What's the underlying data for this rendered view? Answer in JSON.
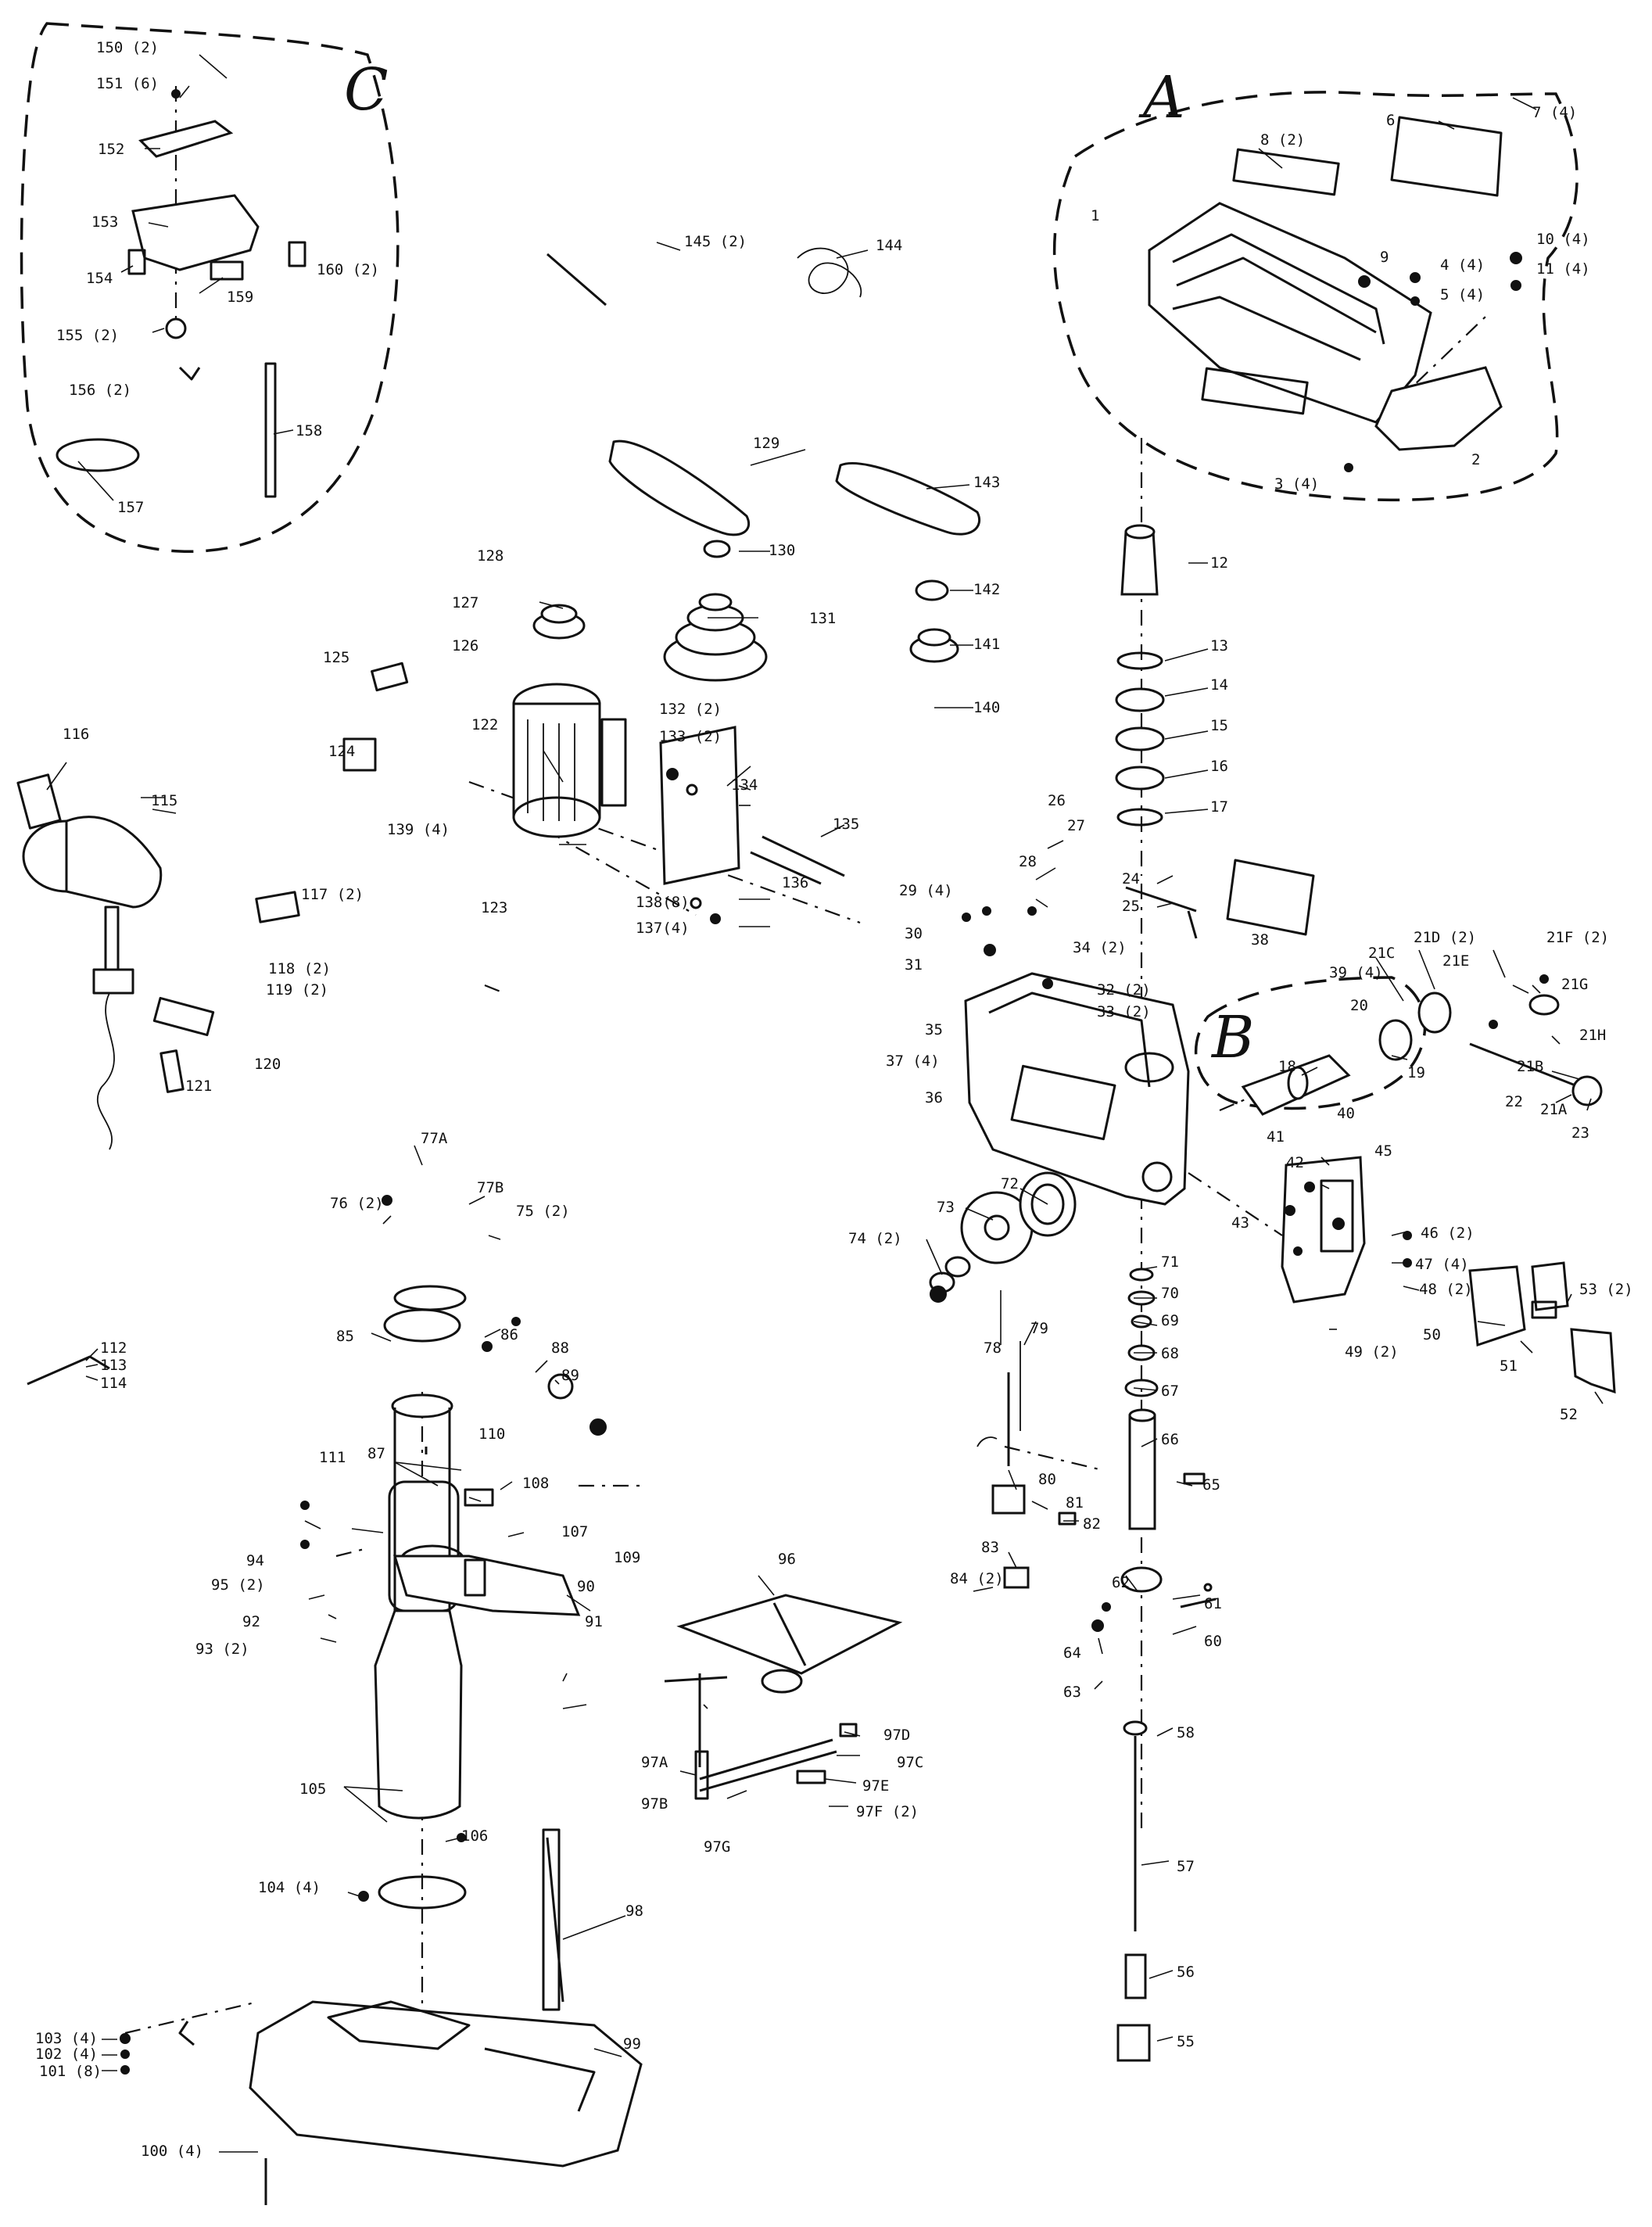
{
  "sections": [
    {
      "id": "A",
      "label": "A"
    },
    {
      "id": "B",
      "label": "B"
    },
    {
      "id": "C",
      "label": "C"
    }
  ],
  "callouts": [
    {
      "id": "1",
      "label": "1"
    },
    {
      "id": "2",
      "label": "2"
    },
    {
      "id": "3",
      "label": "3 (4)"
    },
    {
      "id": "4",
      "label": "4 (4)"
    },
    {
      "id": "5",
      "label": "5 (4)"
    },
    {
      "id": "6",
      "label": "6"
    },
    {
      "id": "7",
      "label": "7 (4)"
    },
    {
      "id": "8",
      "label": "8 (2)"
    },
    {
      "id": "9",
      "label": "9"
    },
    {
      "id": "10",
      "label": "10 (4)"
    },
    {
      "id": "11",
      "label": "11 (4)"
    },
    {
      "id": "12",
      "label": "12"
    },
    {
      "id": "13",
      "label": "13"
    },
    {
      "id": "14",
      "label": "14"
    },
    {
      "id": "15",
      "label": "15"
    },
    {
      "id": "16",
      "label": "16"
    },
    {
      "id": "17",
      "label": "17"
    },
    {
      "id": "18",
      "label": "18"
    },
    {
      "id": "19",
      "label": "19"
    },
    {
      "id": "20",
      "label": "20"
    },
    {
      "id": "21A",
      "label": "21A"
    },
    {
      "id": "21B",
      "label": "21B"
    },
    {
      "id": "21C",
      "label": "21C"
    },
    {
      "id": "21D",
      "label": "21D (2)"
    },
    {
      "id": "21E",
      "label": "21E"
    },
    {
      "id": "21F",
      "label": "21F (2)"
    },
    {
      "id": "21G",
      "label": "21G"
    },
    {
      "id": "21H",
      "label": "21H"
    },
    {
      "id": "22",
      "label": "22"
    },
    {
      "id": "23",
      "label": "23"
    },
    {
      "id": "24",
      "label": "24"
    },
    {
      "id": "25",
      "label": "25"
    },
    {
      "id": "26",
      "label": "26"
    },
    {
      "id": "27",
      "label": "27"
    },
    {
      "id": "28",
      "label": "28"
    },
    {
      "id": "29",
      "label": "29 (4)"
    },
    {
      "id": "30",
      "label": "30"
    },
    {
      "id": "31",
      "label": "31"
    },
    {
      "id": "32",
      "label": "32 (2)"
    },
    {
      "id": "33",
      "label": "33 (2)"
    },
    {
      "id": "34",
      "label": "34 (2)"
    },
    {
      "id": "35",
      "label": "35"
    },
    {
      "id": "36",
      "label": "36"
    },
    {
      "id": "37",
      "label": "37 (4)"
    },
    {
      "id": "38",
      "label": "38"
    },
    {
      "id": "39",
      "label": "39 (4)"
    },
    {
      "id": "40",
      "label": "40"
    },
    {
      "id": "41",
      "label": "41"
    },
    {
      "id": "42",
      "label": "42"
    },
    {
      "id": "43",
      "label": "43"
    },
    {
      "id": "45",
      "label": "45"
    },
    {
      "id": "46",
      "label": "46 (2)"
    },
    {
      "id": "47",
      "label": "47 (4)"
    },
    {
      "id": "48",
      "label": "48 (2)"
    },
    {
      "id": "49",
      "label": "49 (2)"
    },
    {
      "id": "50",
      "label": "50"
    },
    {
      "id": "51",
      "label": "51"
    },
    {
      "id": "52",
      "label": "52"
    },
    {
      "id": "53",
      "label": "53 (2)"
    },
    {
      "id": "55",
      "label": "55"
    },
    {
      "id": "56",
      "label": "56"
    },
    {
      "id": "57",
      "label": "57"
    },
    {
      "id": "58",
      "label": "58"
    },
    {
      "id": "60",
      "label": "60"
    },
    {
      "id": "61",
      "label": "61"
    },
    {
      "id": "62",
      "label": "62"
    },
    {
      "id": "63",
      "label": "63"
    },
    {
      "id": "64",
      "label": "64"
    },
    {
      "id": "65",
      "label": "65"
    },
    {
      "id": "66",
      "label": "66"
    },
    {
      "id": "67",
      "label": "67"
    },
    {
      "id": "68",
      "label": "68"
    },
    {
      "id": "69",
      "label": "69"
    },
    {
      "id": "70",
      "label": "70"
    },
    {
      "id": "71",
      "label": "71"
    },
    {
      "id": "72",
      "label": "72"
    },
    {
      "id": "73",
      "label": "73"
    },
    {
      "id": "74",
      "label": "74 (2)"
    },
    {
      "id": "75",
      "label": "75 (2)"
    },
    {
      "id": "76",
      "label": "76 (2)"
    },
    {
      "id": "77A",
      "label": "77A"
    },
    {
      "id": "77B",
      "label": "77B"
    },
    {
      "id": "78",
      "label": "78"
    },
    {
      "id": "79",
      "label": "79"
    },
    {
      "id": "80",
      "label": "80"
    },
    {
      "id": "81",
      "label": "81"
    },
    {
      "id": "82",
      "label": "82"
    },
    {
      "id": "83",
      "label": "83"
    },
    {
      "id": "84",
      "label": "84 (2)"
    },
    {
      "id": "85",
      "label": "85"
    },
    {
      "id": "86",
      "label": "86"
    },
    {
      "id": "87",
      "label": "87"
    },
    {
      "id": "88",
      "label": "88"
    },
    {
      "id": "89",
      "label": "89"
    },
    {
      "id": "90",
      "label": "90"
    },
    {
      "id": "91",
      "label": "91"
    },
    {
      "id": "92",
      "label": "92"
    },
    {
      "id": "93",
      "label": "93 (2)"
    },
    {
      "id": "94",
      "label": "94"
    },
    {
      "id": "95",
      "label": "95 (2)"
    },
    {
      "id": "96",
      "label": "96"
    },
    {
      "id": "97A",
      "label": "97A"
    },
    {
      "id": "97B",
      "label": "97B"
    },
    {
      "id": "97C",
      "label": "97C"
    },
    {
      "id": "97D",
      "label": "97D"
    },
    {
      "id": "97E",
      "label": "97E"
    },
    {
      "id": "97F",
      "label": "97F (2)"
    },
    {
      "id": "97G",
      "label": "97G"
    },
    {
      "id": "98",
      "label": "98"
    },
    {
      "id": "99",
      "label": "99"
    },
    {
      "id": "100",
      "label": "100 (4)"
    },
    {
      "id": "101",
      "label": "101 (8)"
    },
    {
      "id": "102",
      "label": "102 (4)"
    },
    {
      "id": "103",
      "label": "103 (4)"
    },
    {
      "id": "104",
      "label": "104 (4)"
    },
    {
      "id": "105",
      "label": "105"
    },
    {
      "id": "106",
      "label": "106"
    },
    {
      "id": "107",
      "label": "107"
    },
    {
      "id": "108",
      "label": "108"
    },
    {
      "id": "109",
      "label": "109"
    },
    {
      "id": "110",
      "label": "110"
    },
    {
      "id": "111",
      "label": "111"
    },
    {
      "id": "112",
      "label": "112"
    },
    {
      "id": "113",
      "label": "113"
    },
    {
      "id": "114",
      "label": "114"
    },
    {
      "id": "115",
      "label": "115"
    },
    {
      "id": "116",
      "label": "116"
    },
    {
      "id": "117",
      "label": "117 (2)"
    },
    {
      "id": "118",
      "label": "118 (2)"
    },
    {
      "id": "119",
      "label": "119 (2)"
    },
    {
      "id": "120",
      "label": "120"
    },
    {
      "id": "121",
      "label": "121"
    },
    {
      "id": "122",
      "label": "122"
    },
    {
      "id": "123",
      "label": "123"
    },
    {
      "id": "124",
      "label": "124"
    },
    {
      "id": "125",
      "label": "125"
    },
    {
      "id": "126",
      "label": "126"
    },
    {
      "id": "127",
      "label": "127"
    },
    {
      "id": "128",
      "label": "128"
    },
    {
      "id": "129",
      "label": "129"
    },
    {
      "id": "130",
      "label": "130"
    },
    {
      "id": "131",
      "label": "131"
    },
    {
      "id": "132",
      "label": "132 (2)"
    },
    {
      "id": "133",
      "label": "133 (2)"
    },
    {
      "id": "134",
      "label": "134"
    },
    {
      "id": "135",
      "label": "135"
    },
    {
      "id": "136",
      "label": "136"
    },
    {
      "id": "137",
      "label": "137(4)"
    },
    {
      "id": "138",
      "label": "138(8)"
    },
    {
      "id": "139",
      "label": "139 (4)"
    },
    {
      "id": "140",
      "label": "140"
    },
    {
      "id": "141",
      "label": "141"
    },
    {
      "id": "142",
      "label": "142"
    },
    {
      "id": "143",
      "label": "143"
    },
    {
      "id": "144",
      "label": "144"
    },
    {
      "id": "145",
      "label": "145 (2)"
    },
    {
      "id": "150",
      "label": "150 (2)"
    },
    {
      "id": "151",
      "label": "151 (6)"
    },
    {
      "id": "152",
      "label": "152"
    },
    {
      "id": "153",
      "label": "153"
    },
    {
      "id": "154",
      "label": "154"
    },
    {
      "id": "155",
      "label": "155 (2)"
    },
    {
      "id": "156",
      "label": "156 (2)"
    },
    {
      "id": "157",
      "label": "157"
    },
    {
      "id": "158",
      "label": "158"
    },
    {
      "id": "159",
      "label": "159"
    },
    {
      "id": "160",
      "label": "160 (2)"
    }
  ]
}
